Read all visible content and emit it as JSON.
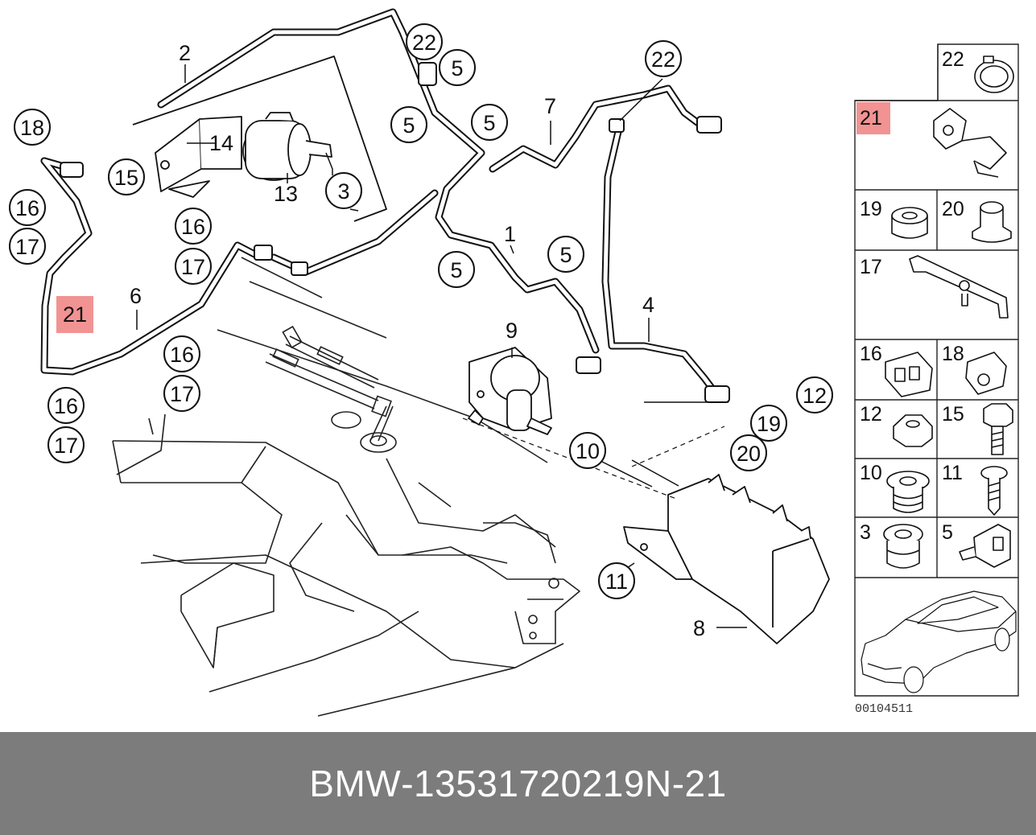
{
  "diagram": {
    "callouts": [
      {
        "id": "c-2",
        "label": "2",
        "style": "plain"
      },
      {
        "id": "c-14",
        "label": "14",
        "style": "plain"
      },
      {
        "id": "c-13",
        "label": "13",
        "style": "plain"
      },
      {
        "id": "c-7",
        "label": "7",
        "style": "plain"
      },
      {
        "id": "c-1",
        "label": "1",
        "style": "plain"
      },
      {
        "id": "c-6",
        "label": "6",
        "style": "plain"
      },
      {
        "id": "c-4",
        "label": "4",
        "style": "plain"
      },
      {
        "id": "c-9",
        "label": "9",
        "style": "plain"
      },
      {
        "id": "c-8",
        "label": "8",
        "style": "plain"
      },
      {
        "id": "c-22a",
        "label": "22",
        "style": "circle"
      },
      {
        "id": "c-5a",
        "label": "5",
        "style": "circle"
      },
      {
        "id": "c-22b",
        "label": "22",
        "style": "circle"
      },
      {
        "id": "c-18",
        "label": "18",
        "style": "circle"
      },
      {
        "id": "c-15",
        "label": "15",
        "style": "circle"
      },
      {
        "id": "c-3",
        "label": "3",
        "style": "circle"
      },
      {
        "id": "c-5b",
        "label": "5",
        "style": "circle"
      },
      {
        "id": "c-5c",
        "label": "5",
        "style": "circle"
      },
      {
        "id": "c-16a",
        "label": "16",
        "style": "circle"
      },
      {
        "id": "c-17a",
        "label": "17",
        "style": "circle"
      },
      {
        "id": "c-16b",
        "label": "16",
        "style": "circle"
      },
      {
        "id": "c-17b",
        "label": "17",
        "style": "circle"
      },
      {
        "id": "c-21",
        "label": "21",
        "style": "highlight"
      },
      {
        "id": "c-5d",
        "label": "5",
        "style": "circle"
      },
      {
        "id": "c-5e",
        "label": "5",
        "style": "circle"
      },
      {
        "id": "c-16c",
        "label": "16",
        "style": "circle"
      },
      {
        "id": "c-17c",
        "label": "17",
        "style": "circle"
      },
      {
        "id": "c-16d",
        "label": "16",
        "style": "circle"
      },
      {
        "id": "c-17d",
        "label": "17",
        "style": "circle"
      },
      {
        "id": "c-10",
        "label": "10",
        "style": "circle"
      },
      {
        "id": "c-12",
        "label": "12",
        "style": "circle"
      },
      {
        "id": "c-19",
        "label": "19",
        "style": "circle"
      },
      {
        "id": "c-20",
        "label": "20",
        "style": "circle"
      },
      {
        "id": "c-11",
        "label": "11",
        "style": "circle"
      }
    ],
    "legend": [
      {
        "label": "22",
        "icon": "hose-clamp-icon",
        "highlight": false
      },
      {
        "label": "21",
        "icon": "hose-clip-icon",
        "highlight": true
      },
      {
        "label": "19",
        "icon": "rubber-grommet-icon",
        "highlight": false
      },
      {
        "label": "20",
        "icon": "rubber-mount-icon",
        "highlight": false
      },
      {
        "label": "17",
        "icon": "bracket-icon",
        "highlight": false
      },
      {
        "label": "16",
        "icon": "double-clip-icon",
        "highlight": false
      },
      {
        "label": "18",
        "icon": "single-clip-icon",
        "highlight": false
      },
      {
        "label": "12",
        "icon": "hex-nut-icon",
        "highlight": false
      },
      {
        "label": "15",
        "icon": "hex-bolt-icon",
        "highlight": false
      },
      {
        "label": "10",
        "icon": "bushing-icon",
        "highlight": false
      },
      {
        "label": "11",
        "icon": "screw-icon",
        "highlight": false
      },
      {
        "label": "3",
        "icon": "grommet-icon",
        "highlight": false
      },
      {
        "label": "5",
        "icon": "hose-clip-small-icon",
        "highlight": false
      }
    ],
    "diagram_id": "00104511",
    "highlight_color": "#f08080"
  },
  "footer": {
    "brand": "BMW",
    "separator": "-",
    "part_number": "13531720219",
    "position_prefix": "N",
    "position_number": "21"
  }
}
